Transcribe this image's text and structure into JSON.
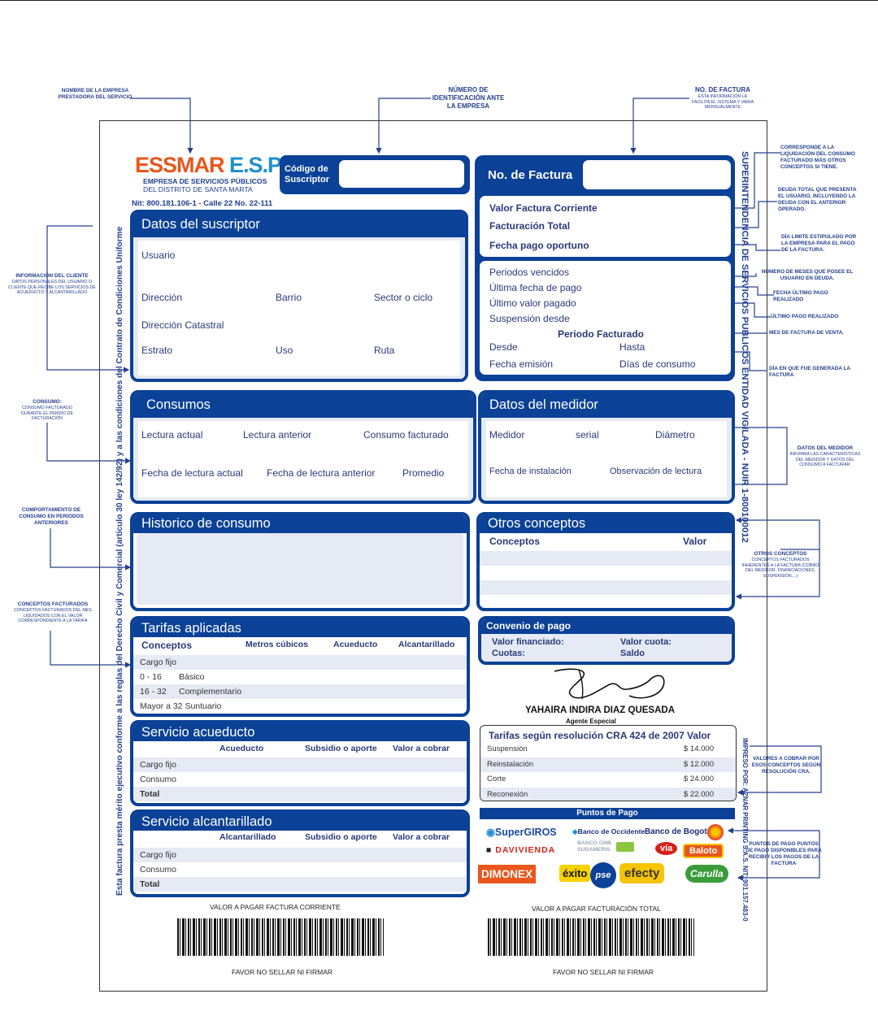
{
  "company": {
    "logo_a": "ESSMAR",
    "logo_b": "E.S.P.",
    "line1": "EMPRESA DE SERVICIOS PÚBLICOS",
    "line2": "DEL DISTRITO DE SANTA MARTA",
    "nit": "Nit: 800.181.106-1 - Calle 22 No. 22-111"
  },
  "codigo": {
    "label1": "Código de",
    "label2": "Suscriptor",
    "value": ""
  },
  "factura": {
    "label": "No. de Factura",
    "value": "",
    "valor_corriente": "Valor Factura Corriente",
    "total": "Facturación Total",
    "fecha_pago": "Fecha pago oportuno",
    "periodos": "Periodos vencidos",
    "ultima_fecha": "Última fecha de pago",
    "ultimo_valor": "Último valor pagado",
    "suspension": "Suspensión desde",
    "periodo": "Periodo Facturado",
    "desde": "Desde",
    "hasta": "Hasta",
    "emision": "Fecha emisión",
    "dias": "Días de consumo"
  },
  "suscriptor": {
    "title": "Datos del suscriptor",
    "usuario": "Usuario",
    "direccion": "Dirección",
    "barrio": "Barrio",
    "sector": "Sector o ciclo",
    "catastral": "Dirección Catastral",
    "estrato": "Estrato",
    "uso": "Uso",
    "ruta": "Ruta"
  },
  "consumos": {
    "title": "Consumos",
    "actual": "Lectura actual",
    "anterior": "Lectura anterior",
    "facturado": "Consumo facturado",
    "f_actual": "Fecha de lectura actual",
    "f_anterior": "Fecha de lectura anterior",
    "promedio": "Promedio"
  },
  "medidor": {
    "title": "Datos del medidor",
    "medidor": "Medidor",
    "serial": "serial",
    "diametro": "Diámetro",
    "instalacion": "Fecha de instalación",
    "observacion": "Observación de lectura"
  },
  "historico": {
    "title": "Historico de consumo"
  },
  "otros": {
    "title": "Otros conceptos",
    "conceptos": "Conceptos",
    "valor": "Valor"
  },
  "tarifas": {
    "title": "Tarifas aplicadas",
    "cols": [
      "Conceptos",
      "Metros cúbicos",
      "Acueducto",
      "Alcantarillado"
    ],
    "rows": [
      {
        "a": "Cargo fijo",
        "b": ""
      },
      {
        "a": "0  -  16",
        "b": "Básico"
      },
      {
        "a": "16  -  32",
        "b": "Complementario"
      },
      {
        "a": "Mayor a 32 Suntuario",
        "b": ""
      }
    ]
  },
  "convenio": {
    "title": "Convenio de pago",
    "financiado": "Valor financiado:",
    "cuota": "Valor cuota:",
    "cuotas": "Cuotas:",
    "saldo": "Saldo"
  },
  "firma": {
    "name": "YAHAIRA INDIRA  DIAZ QUESADA",
    "role": "Agente Especial"
  },
  "acueducto": {
    "title": "Servicio acueducto",
    "cols": [
      "Acueducto",
      "Subsidio o aporte",
      "Valor a cobrar"
    ],
    "rows": [
      "Cargo fijo",
      "Consumo",
      "Total"
    ]
  },
  "alcantarillado": {
    "title": "Servicio alcantarillado",
    "cols": [
      "Alcantarillado",
      "Subsidio o aporte",
      "Valor a cobrar"
    ],
    "rows": [
      "Cargo fijo",
      "Consumo",
      "Total"
    ]
  },
  "cra": {
    "title": "Tarifas según resolución CRA 424 de 2007",
    "valor": "Valor",
    "rows": [
      {
        "c": "Suspensión",
        "v": "$ 14.000"
      },
      {
        "c": "Reinstalación",
        "v": "$ 12.000"
      },
      {
        "c": "Corte",
        "v": "$ 24.000"
      },
      {
        "c": "Reconexión",
        "v": "$ 22.000"
      }
    ]
  },
  "puntos": {
    "title": "Puntos de Pago",
    "supergiros": "SuperGIROS",
    "occidente": "Banco de Occidente",
    "bogota": "Banco de Bogotá",
    "gnb": "BANCO GNB SUDAMERIS",
    "davivienda": "DAVIVIENDA",
    "via": "vía",
    "baloto": "Baloto",
    "dimonex": "DIMONEX",
    "exito": "éxito",
    "pse": "pse",
    "efecty": "efecty",
    "carulla": "Carulla"
  },
  "barcodes": {
    "left": "VALOR A PAGAR FACTURA CORRIENTE",
    "right": "VALOR A PAGAR FACTURACIÓN TOTAL",
    "footer": "FAVOR NO SELLAR NI FIRMAR"
  },
  "vertical": {
    "left": "Esta factura presta mérito ejecutivo conforme a las reglas del Derecho Civil y Comercial (artículo 30 ley 142/92) y a las condiciones del Contrato de Condiciones Uniforme",
    "right": "SUPERINTENDENCIA DE SERVICIOS PUBLICOS ENTIDAD VIGILADA - NUIR 1-800100012",
    "printer": "IMPRESO POR: AZNAR PRINTING S.A.S. NIT: 901.157.483-0"
  },
  "annotations": {
    "nombre": "NOMBRE DE LA EMPRESA PRESTADORA DEL SERVICIO",
    "numero": "NÚMERO DE IDENTIFICACIÓN ANTE LA EMPRESA",
    "nofactura": "No. DE FACTURA",
    "nofactura_s": "ESTA INFORMACIÓN LA FACILITA EL SISTEMA Y VARIA MENSUALMENTE",
    "liquidacion": "CORRESPONDE A LA LIQUIDACIÓN DEL CONSUMO FACTURADO MÁS OTROS CONCEPTOS SI TIENE.",
    "deuda": "DEUDA TOTAL QUE PRESENTA EL USUARIO, INCLUYENDO LA DEUDA CON EL ANTERIOR OPERADO.",
    "limite": "DÍA LIMITE ESTIPULADO POR LA EMPRESA PARA EL PAGO DE LA FACTURA.",
    "meses": "NÚMERO DE MESES QUE POSEE EL USUARIO EN DEUDA.",
    "fecha_ultimo": "FECHA ÚLTIMO PAGO REALIZADO",
    "ultimo_pago": "ÚLTIMO PAGO REALIZADO",
    "mes_factura": "MES DE FACTURA DE VENTA.",
    "dia_generada": "DÍA EN QUE FUE GENERADA LA FACTURA",
    "cliente": "INFORMACIÓN DEL CLIENTE",
    "cliente_s": "DATOS PERSONALES DEL USUARIO O CLIENTE QUE RECIBE LOS SERVICIOS DE ACUEDUCTO Y ALCANTARILLADO",
    "consumo": "CONSUMO:",
    "consumo_s": "CONSUMO FACTURADO DURANTE EL PERIDO DE FACTURACIÓN",
    "datos_medidor": "DATOS DEL MEDIDOR",
    "datos_medidor_s": "INFORMA LAS CARACTERÍSTICAS DEL MEDIDOR Y DATOS DEL CONSUMO A FACTURAR.",
    "comportamiento": "COMPORTAMIENTO DE CONSUMO EN PERIODOS ANTERIORES",
    "otros": "OTROS CONCEPTOS",
    "otros_s": "CONCEPTOS FACTURADOS INHERENTES A LA FACTURA (COBRO DEL MEDIDOR, FINANCIACIONES, SUSPENSIÓN....)",
    "conceptos": "CONCEPTOS FACTURADOS",
    "conceptos_s": "CONCEPTOS FACTURADOS DEL MES LIQUIDADOS CON EL VALOR CORRESPONDIENTE A LA TARIFA",
    "valores": "VALORES A COBRAR POR ESOS CONCEPTOS SEGÚN RESOLUCIÓN CRA.",
    "puntos": "PUNTOS DE PAGO DISPONIBLES PARA RECIBIR LOS PAGOS DE LA FACTURA",
    "puntos_h": "PUNTOS DE PAGO"
  }
}
